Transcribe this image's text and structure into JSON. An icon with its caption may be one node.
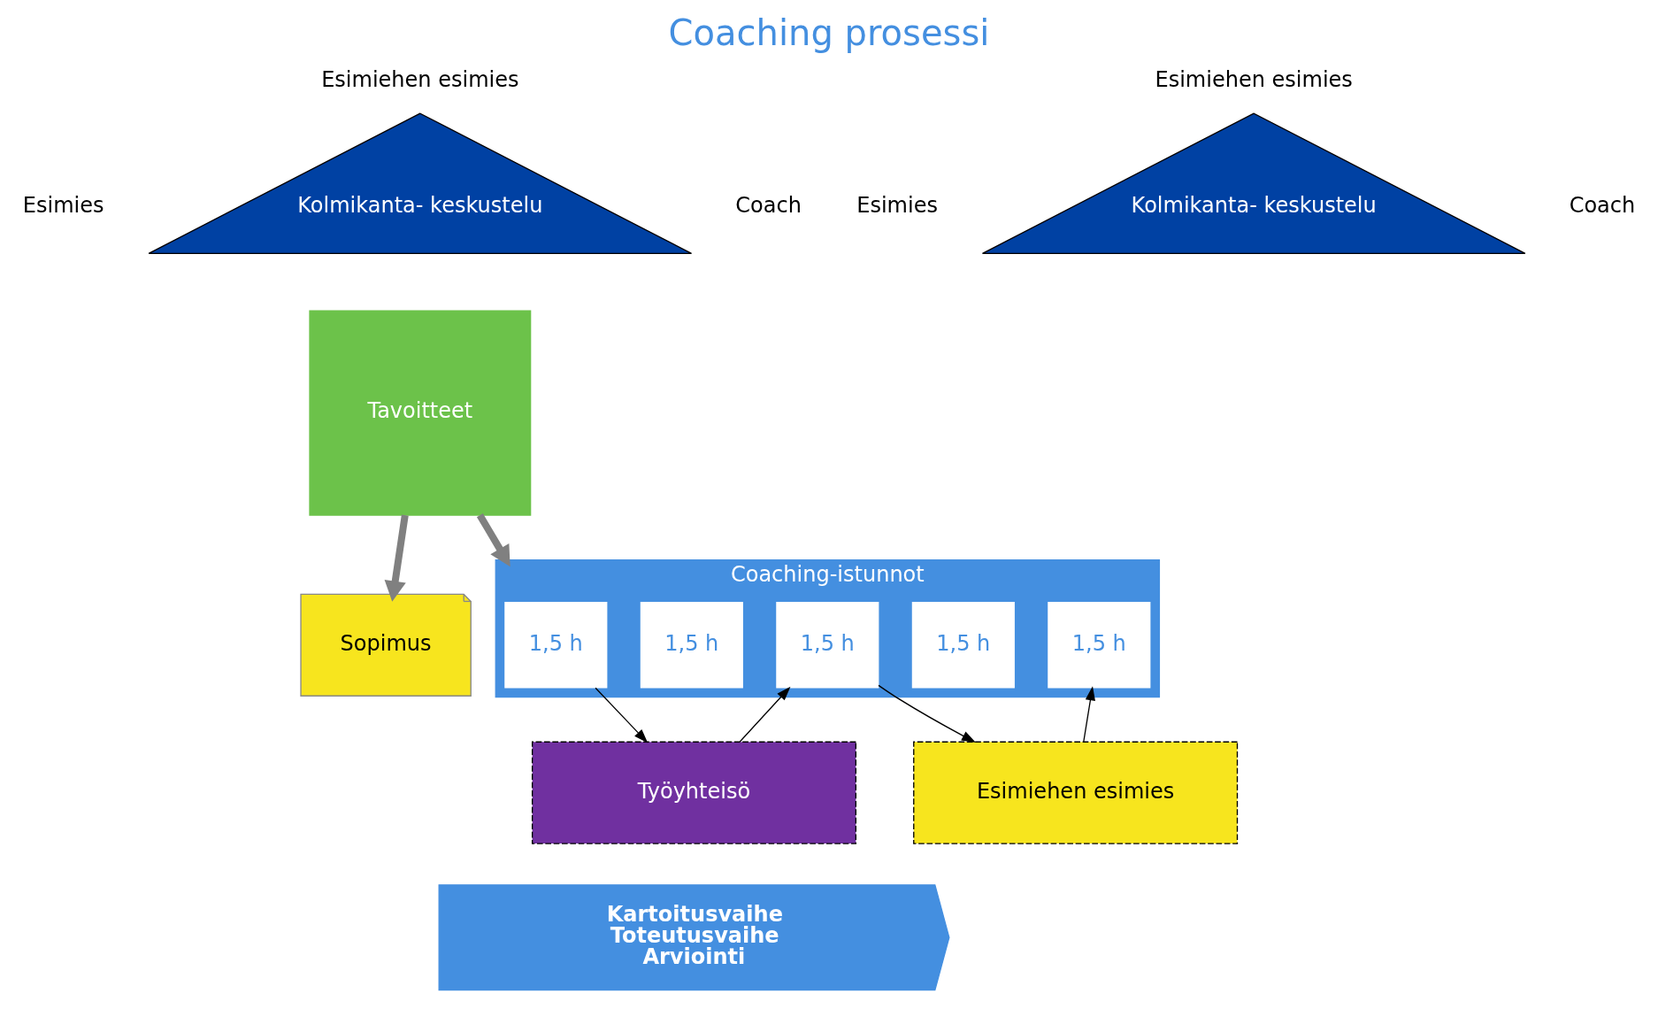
{
  "diagram": {
    "title": "Coaching prosessi",
    "nodes": [
      {
        "text": [
          "Kolmikanta- keskustelu"
        ],
        "beside": [
          "Esimiehen esimies",
          "Esimies",
          "Coach"
        ]
      },
      {
        "text": [
          "Tavoitteet"
        ]
      },
      {
        "text": [
          "Sopimus"
        ]
      },
      {
        "text": [
          "Coaching-istunnot"
        ]
      },
      {
        "text": [
          "1,5 h"
        ],
        "in": 3
      },
      {
        "text": [
          "1,5 h"
        ],
        "in": 3
      },
      {
        "text": [
          "1,5 h"
        ],
        "in": 3
      },
      {
        "text": [
          "1,5 h"
        ],
        "in": 3
      },
      {
        "text": [
          "1,5 h"
        ],
        "in": 3
      },
      {
        "text": [
          "Esimiehen esimies"
        ]
      },
      {
        "text": [
          "Työyhteisö"
        ]
      },
      {
        "text": [
          "Kolmikanta- keskustelu"
        ],
        "beside": [
          "Esimiehen esimies",
          "Esimies",
          "Coach"
        ]
      },
      {
        "text": [
          "Kartoitusvaihe",
          "Toteutusvaihe",
          "Arviointi"
        ]
      }
    ],
    "edges": [
      {
        "from": 1,
        "to": 3,
        "arrow": "to",
        "style": "thick",
        "color": "#808080"
      },
      {
        "from": 1,
        "to": 2,
        "arrow": "to",
        "style": "thick",
        "color": "#808080"
      },
      {
        "from": 4,
        "to": 10,
        "arrow": "to"
      },
      {
        "from": 6,
        "to": 9,
        "arrow": "to"
      },
      {
        "from": 10,
        "to": 6,
        "arrow": "to"
      },
      {
        "from": 9,
        "to": 8,
        "arrow": "to"
      }
    ]
  }
}
